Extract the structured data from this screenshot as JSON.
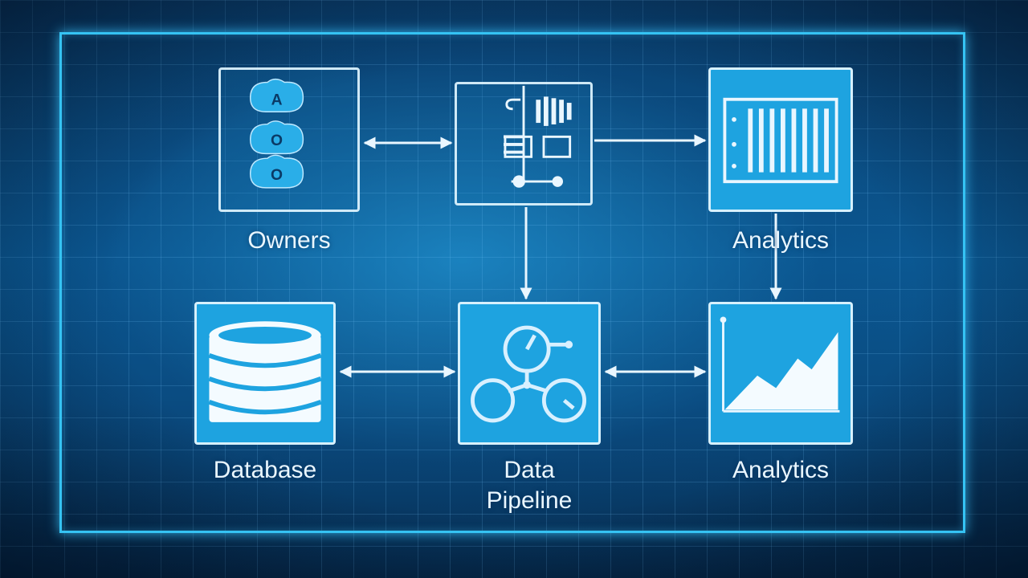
{
  "diagram": {
    "nodes": [
      {
        "id": "owners",
        "label": "Owners",
        "icon": "cloud-users-icon",
        "avatar_letters": [
          "A",
          "O",
          "O"
        ]
      },
      {
        "id": "processor",
        "label": "",
        "icon": "processing-tools-icon"
      },
      {
        "id": "analytics-top",
        "label": "Analytics",
        "icon": "server-rack-icon"
      },
      {
        "id": "database",
        "label": "Database",
        "icon": "database-icon"
      },
      {
        "id": "pipeline",
        "label_line1": "Data",
        "label_line2": "Pipeline",
        "icon": "pipeline-nodes-icon"
      },
      {
        "id": "analytics-bottom",
        "label": "Analytics",
        "icon": "area-chart-icon"
      }
    ],
    "edges": [
      {
        "from": "owners",
        "to": "processor",
        "direction": "both"
      },
      {
        "from": "processor",
        "to": "analytics-top",
        "direction": "forward"
      },
      {
        "from": "processor",
        "to": "pipeline",
        "direction": "forward"
      },
      {
        "from": "analytics-top",
        "to": "analytics-bottom",
        "direction": "forward"
      },
      {
        "from": "database",
        "to": "pipeline",
        "direction": "both"
      },
      {
        "from": "pipeline",
        "to": "analytics-bottom",
        "direction": "both"
      }
    ]
  },
  "colors": {
    "frame": "#35c3f3",
    "node_fill": "#1ea3e0",
    "line": "#e9f6ff"
  }
}
